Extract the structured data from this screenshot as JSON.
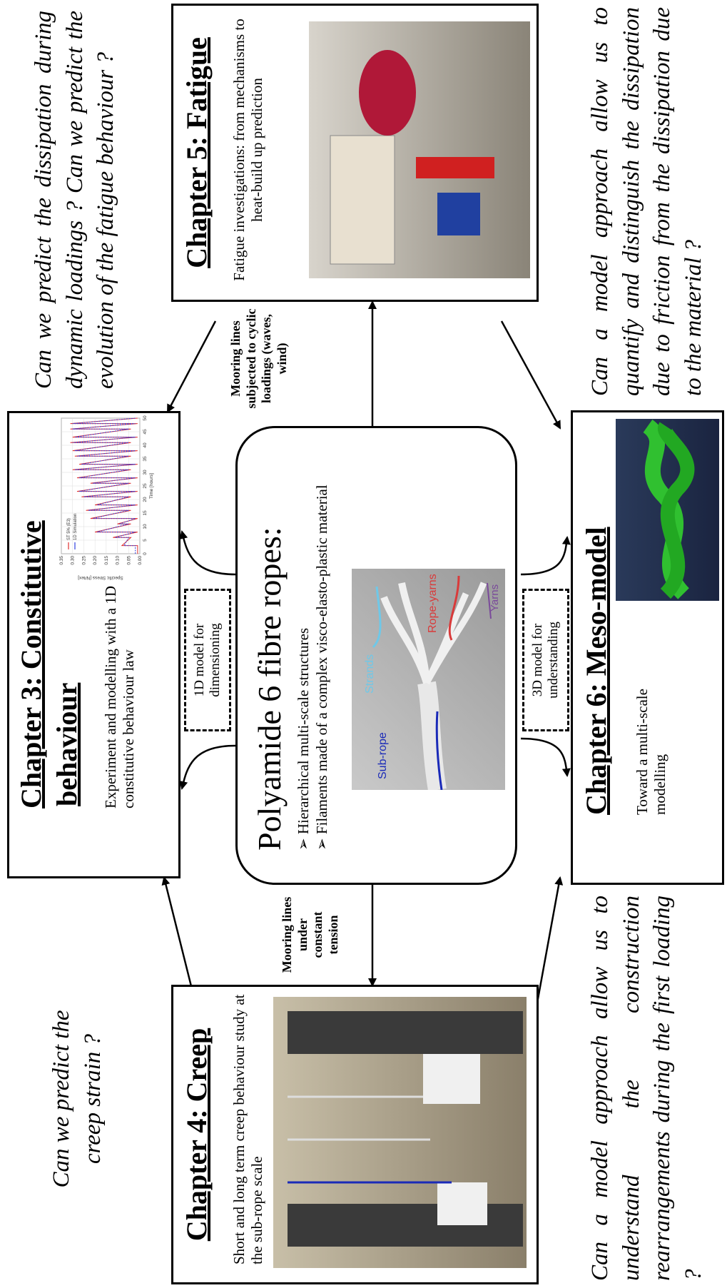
{
  "center": {
    "title": "Polyamide 6 fibre ropes:",
    "bullets": [
      "Hierarchical multi-scale structures",
      "Filaments  made of a complex visco-elasto-plastic material"
    ],
    "photo_labels": {
      "strands": "Strands",
      "rope_yarns": "Rope-yarns",
      "yarns": "Yarns",
      "sub_rope": "Sub-rope"
    },
    "colors": {
      "strands": "#6fc8e8",
      "rope_yarns": "#d93a3a",
      "yarns": "#7a4a9a",
      "sub_rope": "#1a2ab8"
    }
  },
  "chapter3": {
    "title_line1": "Chapter 3: Constitutive",
    "title_line2": "behaviour",
    "text": "Experiment and modelling with a 1D constitutive behaviour law"
  },
  "chapter4": {
    "title": "Chapter 4: Creep",
    "text": "Short and long term creep behaviour study at the sub-rope scale"
  },
  "chapter5": {
    "title": "Chapter 5: Fatigue",
    "text": "Fatigue investigations: from mechanisms to heat-build up prediction"
  },
  "chapter6": {
    "title": "Chapter 6: Meso-model",
    "text": "Toward a multi-scale modelling"
  },
  "links": {
    "model_1d": "1D model for dimensioning",
    "model_3d": "3D model for understanding",
    "constant_tension": "Mooring lines under constant tension",
    "cyclic_loadings": "Mooring lines subjected to cyclic loadings (waves, wind)"
  },
  "questions": {
    "creep": "Can we predict the creep strain ?",
    "construction": "Can a model approach allow us to understand the construction rearrangements during the first loading ?",
    "dissipation": "Can we predict the dissipation during dynamic loadings ? Can we predict the evolution of the fatigue behaviour ?",
    "friction": "Can a model approach allow us to quantify and distinguish the dissipation due to friction from the dissipation due to the material ?"
  },
  "chart_data": {
    "type": "line",
    "title": "",
    "xlabel": "Time [hours]",
    "ylabel": "Specific Stress [N/tex]",
    "xlim": [
      0,
      50
    ],
    "ylim": [
      0,
      0.35
    ],
    "x_ticks": [
      "0",
      "5",
      "10",
      "15",
      "20",
      "25",
      "30",
      "35",
      "40",
      "45",
      "50"
    ],
    "y_ticks": [
      "0.00",
      "0.05",
      "0.10",
      "0.15",
      "0.20",
      "0.25",
      "0.30",
      "0.35"
    ],
    "series": [
      {
        "name": "ST 5% (E3)",
        "color": "#e03030",
        "x": [
          0,
          3,
          3,
          6,
          6,
          8,
          8,
          11,
          11,
          13,
          13,
          16,
          16,
          18,
          18,
          21,
          21,
          23,
          23,
          26,
          26,
          28,
          28,
          31,
          31,
          33,
          33,
          36,
          36,
          38,
          38,
          41,
          41,
          43,
          43,
          46,
          46,
          48,
          48,
          50
        ],
        "y": [
          0.01,
          0.01,
          0.08,
          0.04,
          0.12,
          0.01,
          0.2,
          0.04,
          0.1,
          0.01,
          0.22,
          0.04,
          0.24,
          0.01,
          0.2,
          0.04,
          0.26,
          0.01,
          0.28,
          0.04,
          0.22,
          0.01,
          0.28,
          0.04,
          0.3,
          0.01,
          0.27,
          0.04,
          0.29,
          0.01,
          0.3,
          0.04,
          0.31,
          0.01,
          0.3,
          0.04,
          0.31,
          0.01,
          0.31,
          0.01
        ]
      },
      {
        "name": "1D Simulation",
        "color": "#3040e0",
        "x": [
          0,
          3,
          3,
          6,
          6,
          8,
          8,
          11,
          11,
          13,
          13,
          16,
          16,
          18,
          18,
          21,
          21,
          23,
          23,
          26,
          26,
          28,
          28,
          31,
          31,
          33,
          33,
          36,
          36,
          38,
          38,
          41,
          41,
          43,
          43,
          46,
          46,
          48,
          48,
          50
        ],
        "y": [
          0.02,
          0.02,
          0.07,
          0.05,
          0.11,
          0.02,
          0.19,
          0.05,
          0.09,
          0.02,
          0.21,
          0.05,
          0.23,
          0.02,
          0.19,
          0.05,
          0.25,
          0.02,
          0.27,
          0.05,
          0.21,
          0.02,
          0.27,
          0.05,
          0.29,
          0.02,
          0.26,
          0.05,
          0.28,
          0.02,
          0.29,
          0.05,
          0.3,
          0.02,
          0.29,
          0.05,
          0.3,
          0.02,
          0.3,
          0.02
        ]
      }
    ]
  }
}
